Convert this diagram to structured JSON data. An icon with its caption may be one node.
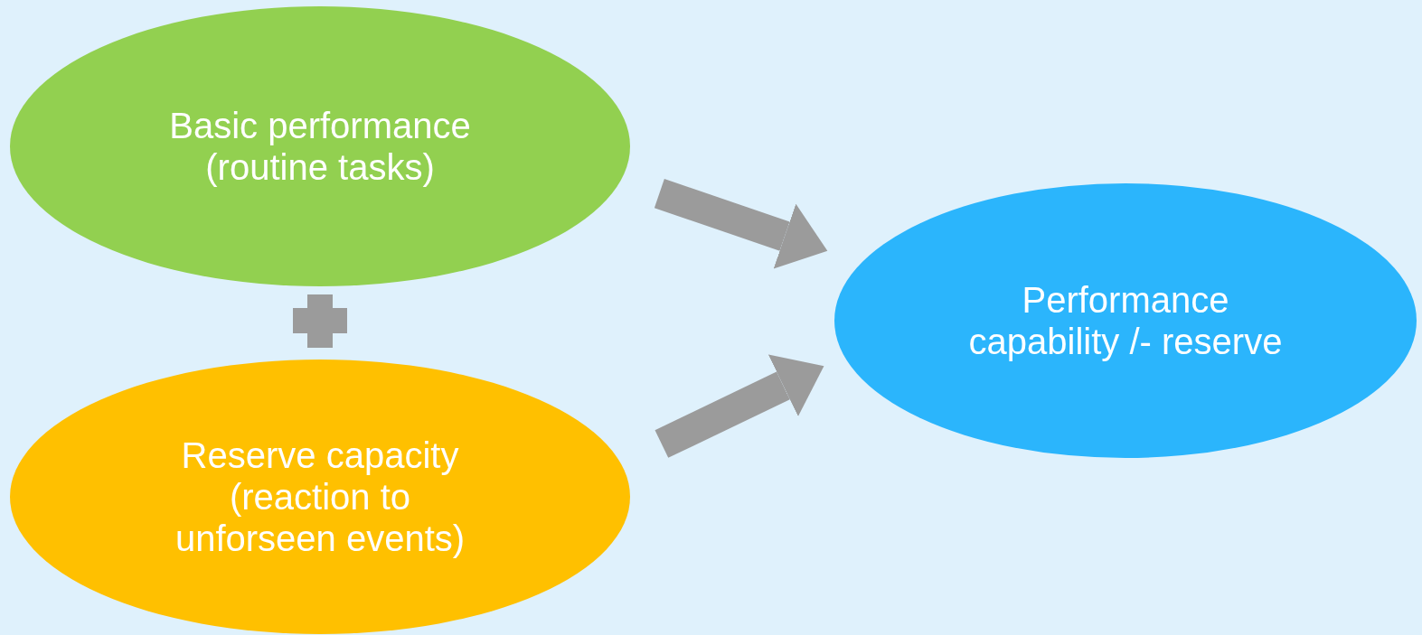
{
  "diagram": {
    "nodes": [
      {
        "text": [
          "Basic performance (routine tasks)"
        ]
      },
      {
        "text": [
          "Reserve capacity (reaction to unforseen events)"
        ]
      },
      {
        "text": [
          "Performance capability /- reserve"
        ]
      }
    ],
    "edges": [
      {
        "from": 0,
        "to": 2,
        "arrow": "to"
      },
      {
        "from": 1,
        "to": 2,
        "arrow": "to"
      }
    ]
  }
}
